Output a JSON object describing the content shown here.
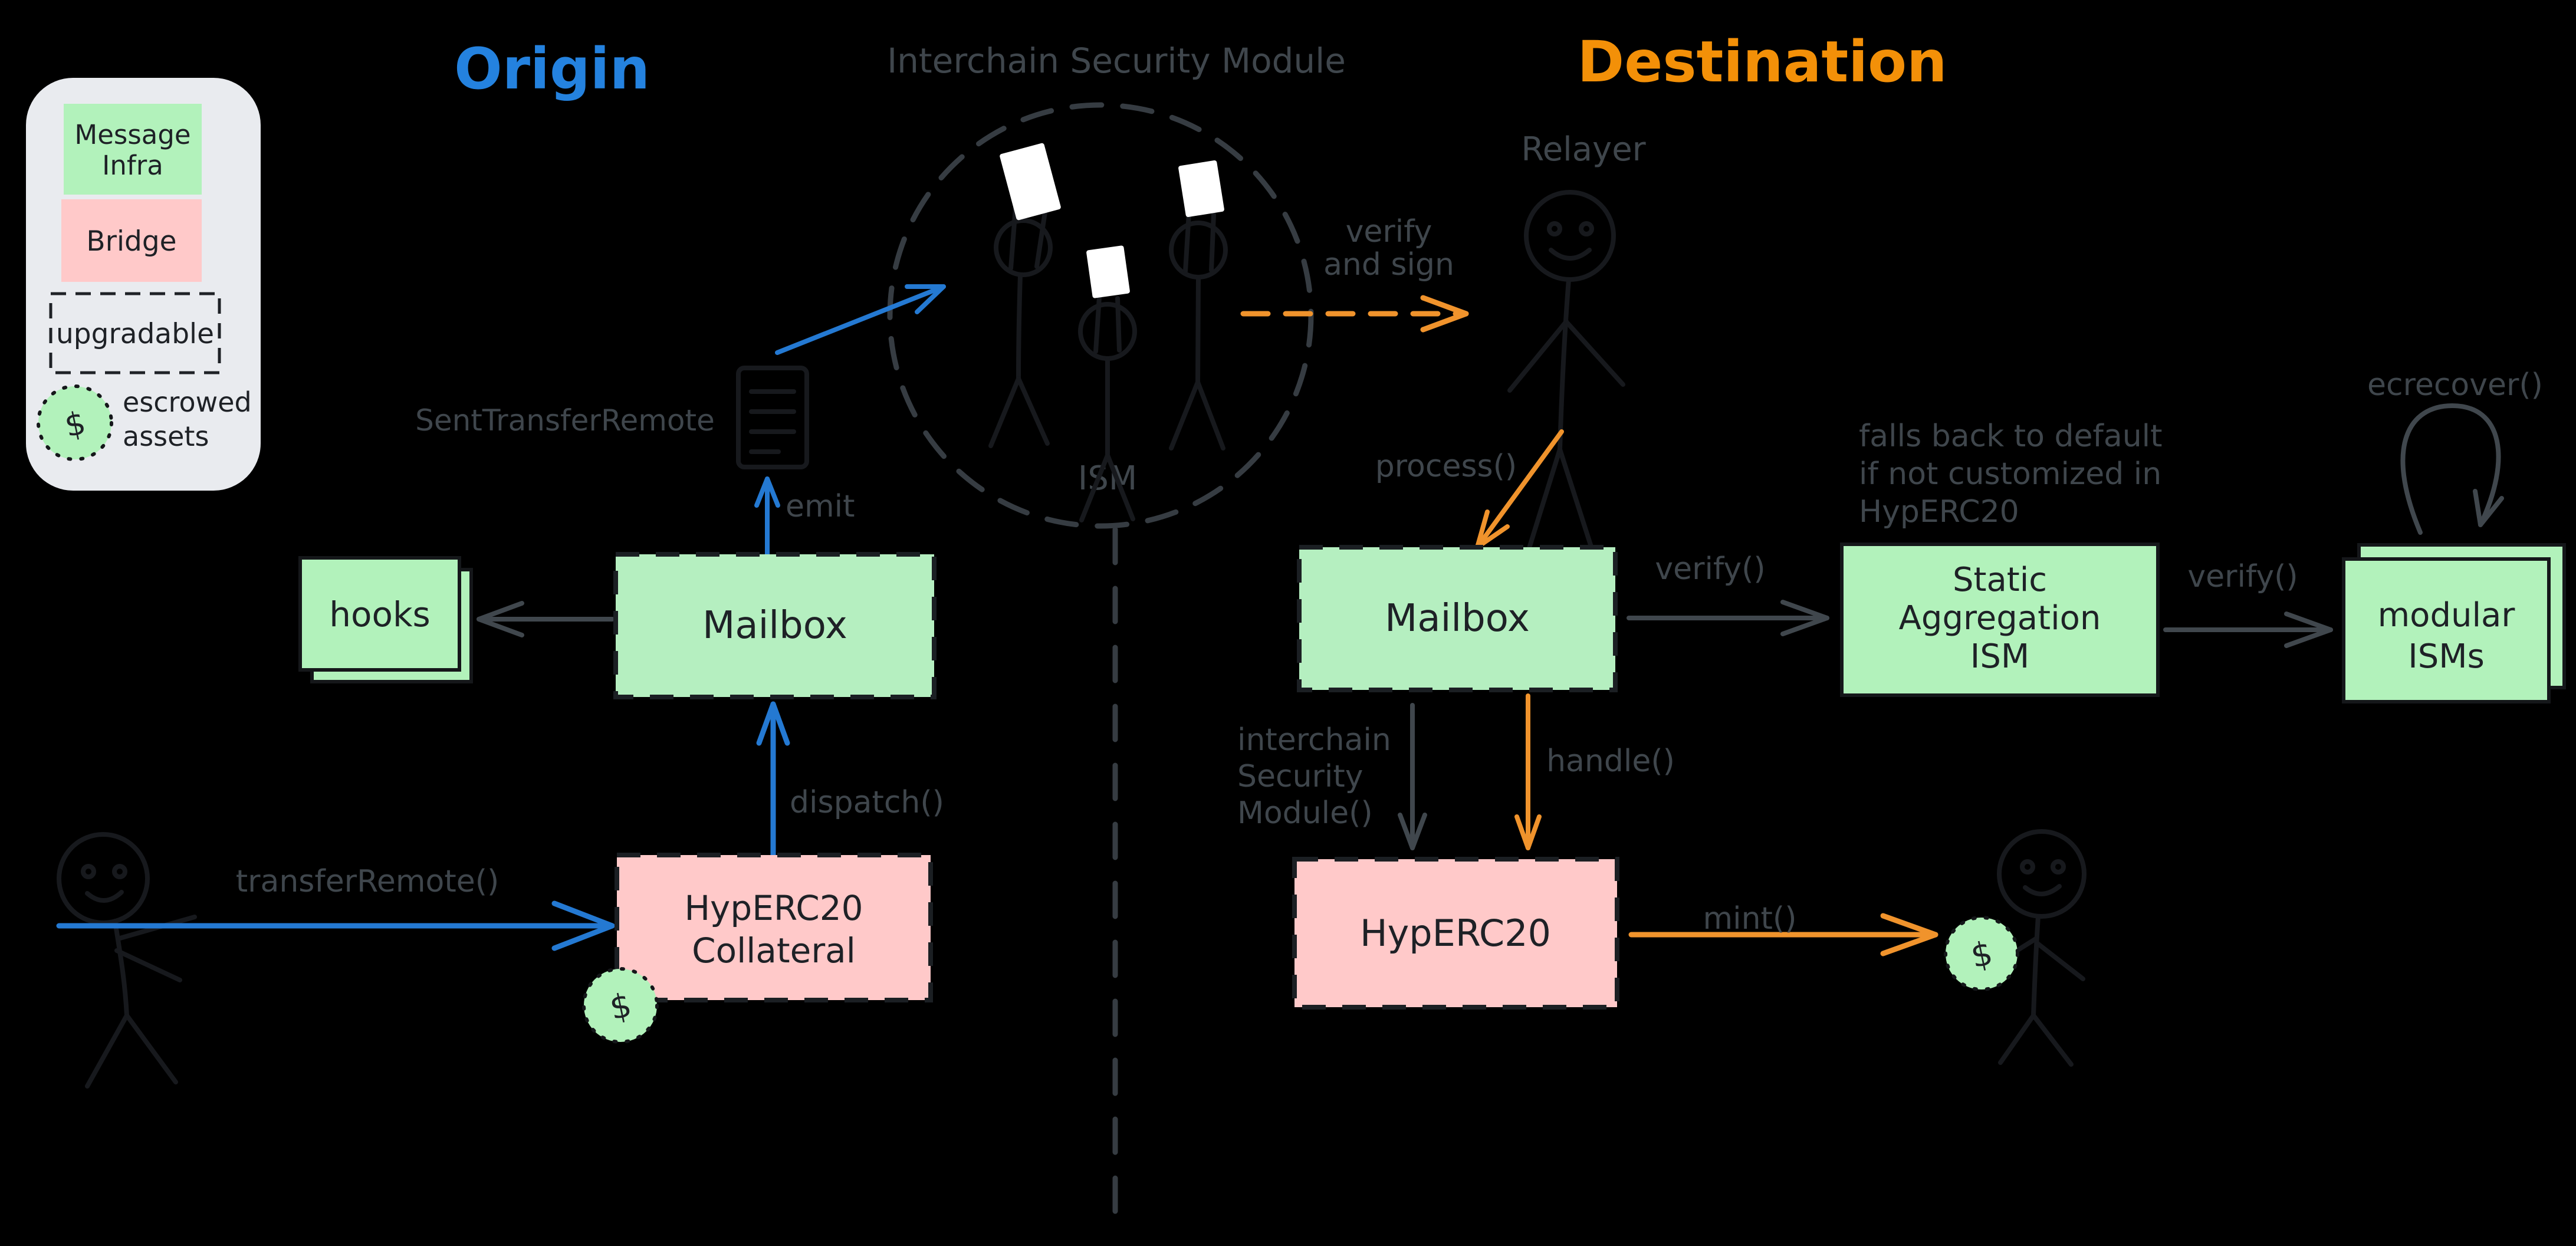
{
  "titles": {
    "origin": "Origin",
    "ism_title": "Interchain Security Module",
    "destination": "Destination",
    "relayer": "Relayer",
    "ism_label": "ISM"
  },
  "legend": {
    "message_infra": [
      "Message",
      "Infra"
    ],
    "bridge": "Bridge",
    "upgradable": "upgradable",
    "escrowed": [
      "escrowed",
      "assets"
    ],
    "dollar": "$"
  },
  "origin": {
    "hooks": "hooks",
    "mailbox": "Mailbox",
    "collateral": [
      "HypERC20",
      "Collateral"
    ],
    "dollar": "$",
    "labels": {
      "sent_transfer_remote": "SentTransferRemote",
      "emit": "emit",
      "dispatch": "dispatch()",
      "transfer_remote": "transferRemote()"
    }
  },
  "center": {
    "verify_and_sign": [
      "verify",
      "and sign"
    ]
  },
  "destination": {
    "mailbox": "Mailbox",
    "hyperc20": "HypERC20",
    "static_aggregation_ism": [
      "Static",
      "Aggregation",
      "ISM"
    ],
    "modular_isms": [
      "modular",
      "ISMs"
    ],
    "dollar": "$",
    "labels": {
      "process": "process()",
      "verify": "verify()",
      "ism_call": [
        "interchain",
        "Security",
        "Module()"
      ],
      "handle": "handle()",
      "mint": "mint()",
      "falls_back": [
        "falls back to default",
        "if not customized in",
        "HypERC20"
      ],
      "verify2": "verify()",
      "ecrecover": "ecrecover()"
    }
  },
  "colors": {
    "background": "#000000",
    "message_infra_green": "#b2f2bb",
    "bridge_pink": "#ffc9c9",
    "legend_panel": "#e9ebef",
    "origin_blue": "#2479d2",
    "destination_orange": "#f0932c",
    "label_gray": "#3f464c",
    "stroke_dark": "#1e2126"
  }
}
